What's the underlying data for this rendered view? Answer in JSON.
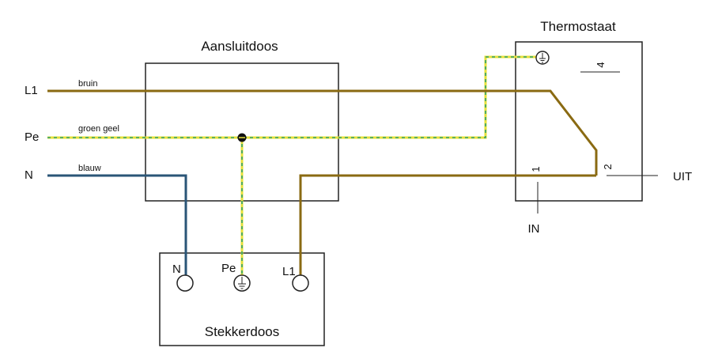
{
  "boxes": {
    "aansluitdoos": "Aansluitdoos",
    "thermostaat": "Thermostaat",
    "stekkerdoos": "Stekkerdoos"
  },
  "lines": {
    "l1": {
      "label": "L1",
      "color_name": "bruin"
    },
    "pe": {
      "label": "Pe",
      "color_name": "groen geel"
    },
    "n": {
      "label": "N",
      "color_name": "blauw"
    }
  },
  "socket_terminals": {
    "n": "N",
    "pe": "Pe",
    "l1": "L1"
  },
  "thermostat_terminals": {
    "t1": "1",
    "t2": "2",
    "t4": "4",
    "in_label": "IN",
    "out_label": "UIT"
  },
  "colors": {
    "brown": "#8a6a12",
    "blue": "#2a5577",
    "yellow": "#e6e03a",
    "green": "#2aa06a",
    "outline": "#222222"
  },
  "icons": [
    "ground-icon",
    "socket-terminal-icon",
    "junction-icon"
  ]
}
